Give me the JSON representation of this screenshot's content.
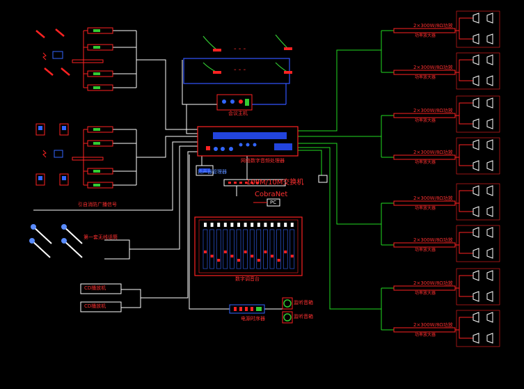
{
  "labels": {
    "fire_broadcast": "引自消防广播信号",
    "wireless_mic": "第一套无线话筒",
    "cd_player_1": "CD播放机",
    "cd_player_2": "CD播放机",
    "network": "100M/10M交换机",
    "cobranet": "CobraNet",
    "pc": "PC",
    "dsp_main": "网络数字音频处理器",
    "mixer": "数字调音台",
    "conference_host": "会议主机",
    "speaker_mgmt": "扬声器管理器",
    "monitor_power": "电源时序器",
    "monitor_speaker": "监听音箱",
    "monitor_label_a": "监听音箱",
    "monitor_label_b": "监听音箱",
    "amp_model": "2×300W/8Ω功放",
    "amp_sub": "功率放大器",
    "ellipsis": "- - -"
  },
  "amps": [
    {
      "model": "2×300W/8Ω功放",
      "sub": "功率放大器"
    },
    {
      "model": "2×300W/8Ω功放",
      "sub": "功率放大器"
    },
    {
      "model": "2×300W/8Ω功放",
      "sub": "功率放大器"
    },
    {
      "model": "2×300W/8Ω功放",
      "sub": "功率放大器"
    },
    {
      "model": "2×300W/8Ω功放",
      "sub": "功率放大器"
    },
    {
      "model": "2×300W/8Ω功放",
      "sub": "功率放大器"
    },
    {
      "model": "2×300W/8Ω功放",
      "sub": "功率放大器"
    },
    {
      "model": "2×300W/8Ω功放",
      "sub": "功率放大器"
    }
  ],
  "colors": {
    "background": "#000000",
    "wire_white": "#ffffff",
    "wire_green": "#22dd22",
    "wire_blue": "#3355ff",
    "device_red": "#ff2222",
    "device_blue": "#3366ff",
    "device_green": "#33cc33"
  }
}
